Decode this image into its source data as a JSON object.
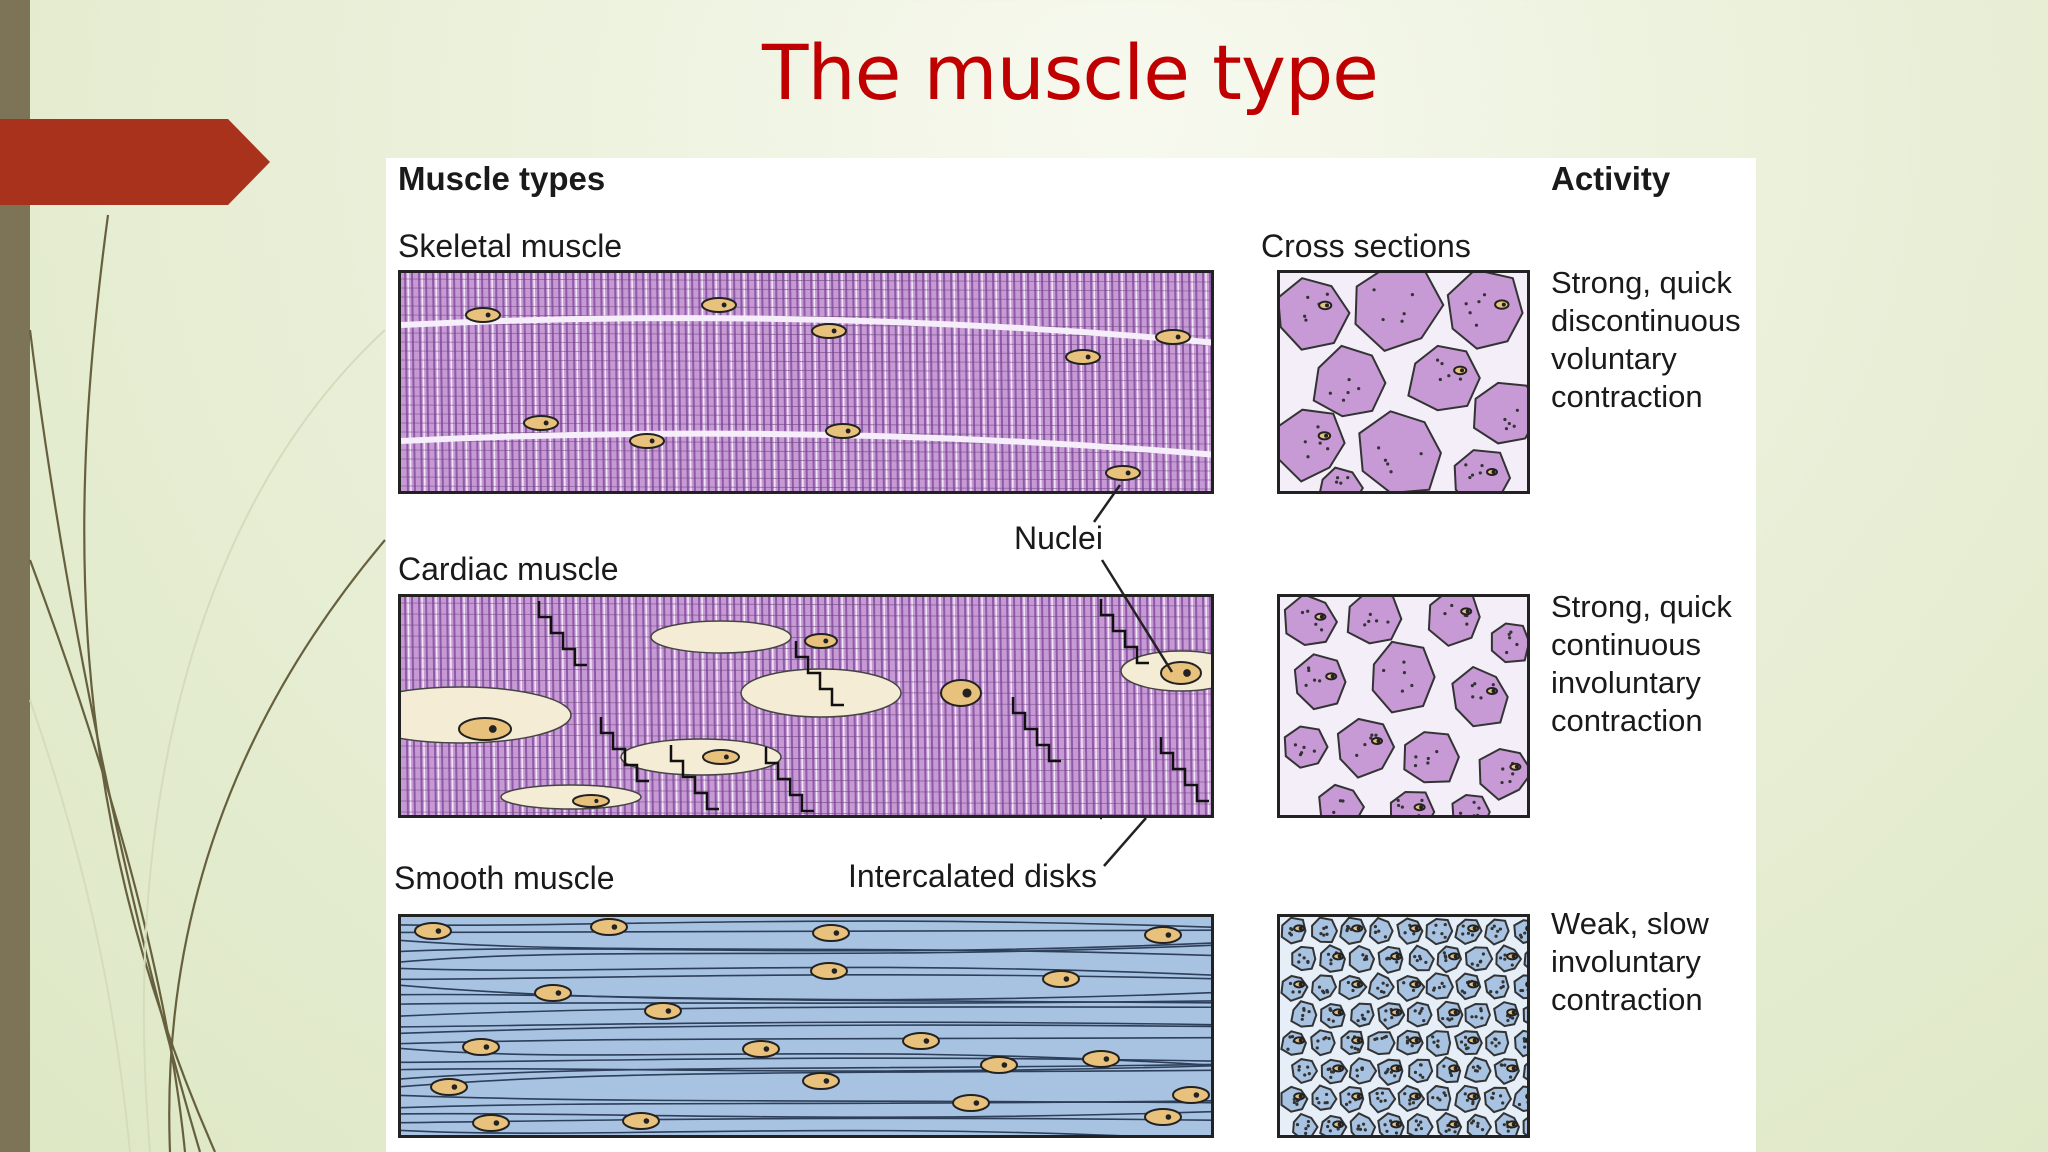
{
  "slide": {
    "title": "The muscle type"
  },
  "figure": {
    "header_left": "Muscle types",
    "header_right": "Activity",
    "cross_sections_label": "Cross sections",
    "nuclei_label": "Nuclei",
    "intercalated_label": "Intercalated disks",
    "rows": [
      {
        "name": "Skeletal muscle",
        "activity": "Strong, quick\ndiscontinuous\nvoluntary\ncontraction",
        "color": "#c79ad6"
      },
      {
        "name": "Cardiac muscle",
        "activity": "Strong, quick\ncontinuous\ninvoluntary\ncontraction",
        "color": "#c79ad6"
      },
      {
        "name": "Smooth muscle",
        "activity": "Weak, slow\ninvoluntary\ncontraction",
        "color": "#a8c3e2"
      }
    ]
  },
  "colors": {
    "title": "#c00000",
    "accent_tab": "#a8321b",
    "side_bar": "#7d7356",
    "nucleus": "#e8c27c"
  }
}
